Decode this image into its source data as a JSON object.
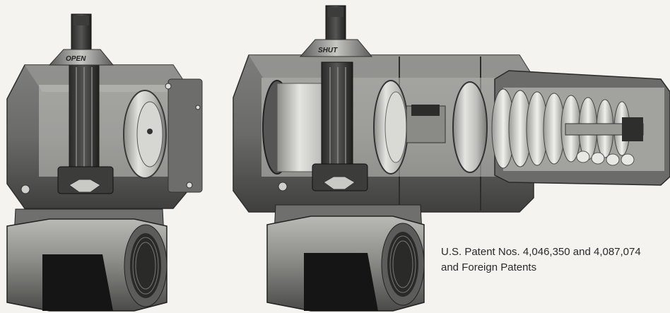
{
  "left_actuator": {
    "indicator_label": "OPEN"
  },
  "right_actuator": {
    "indicator_label": "SHUT"
  },
  "patent_notice": {
    "line1": "U.S. Patent Nos. 4,046,350 and 4,087,074",
    "line2": "and Foreign Patents"
  }
}
